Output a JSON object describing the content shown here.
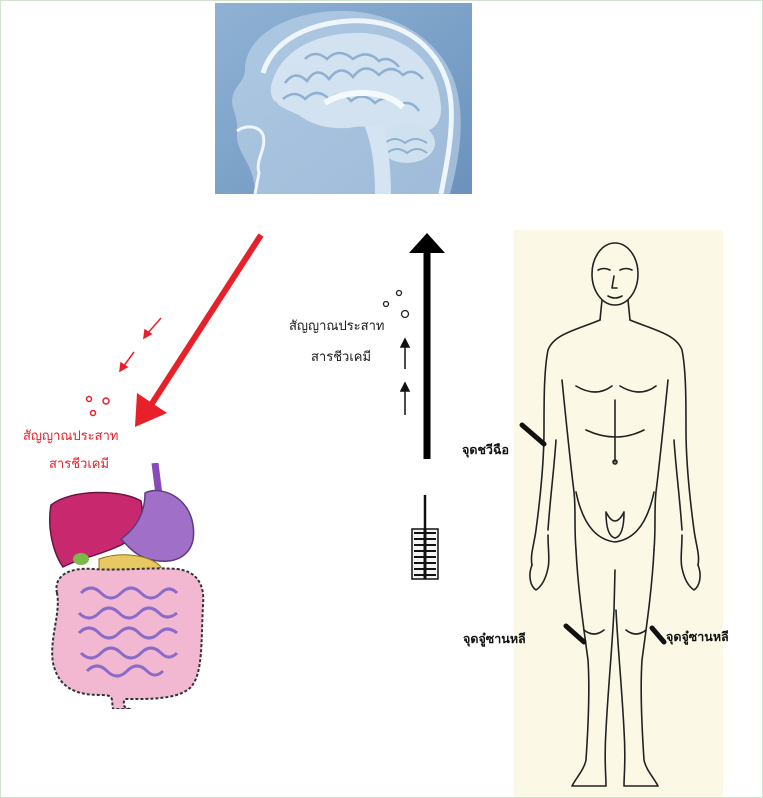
{
  "labels": {
    "nerve_signal_left": "สัญญาณประสาท",
    "biochem_left": "สารชีวเคมี",
    "nerve_signal_center": "สัญญาณประสาท",
    "biochem_center": "สารชีวเคมี",
    "point_chewichue": "จุดชวีฉือ",
    "point_zusanli_left": "จุดจู๋ซานหลี",
    "point_zusanli_right": "จุดจู๋ซานหลี"
  },
  "colors": {
    "signal_red": "#e8202a",
    "mri_blue": "#7ea3c8",
    "body_bg": "#fbf9e6",
    "liver": "#c8286e",
    "stomach": "#a070c8",
    "intestine": "#f2b8d2"
  },
  "icons": {
    "brain": "brain-mri-icon",
    "organs": "digestive-organs-icon",
    "body": "human-body-outline-icon",
    "needle": "acupuncture-needle-icon"
  }
}
